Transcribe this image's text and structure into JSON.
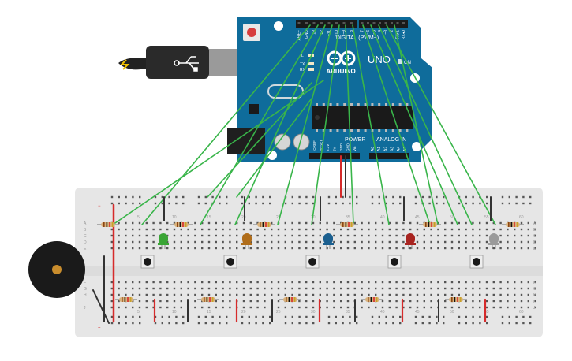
{
  "arduino": {
    "brand": "ARDUINO",
    "model": "UNO",
    "logo_symbols": "∞",
    "on_label": "ON",
    "digital_label": "DIGITAL (PWM~)",
    "analog_label": "ANALOG IN",
    "power_label": "POWER",
    "l_label": "L",
    "tx_label": "TX",
    "rx_label": "RX",
    "digital_pins": [
      "AREF",
      "GND",
      "13",
      "12",
      "~11",
      "~10",
      "~9",
      "8",
      "7",
      "~6",
      "~5",
      "4",
      "~3",
      "2",
      "TX▸1",
      "RX◂0"
    ],
    "power_pins": [
      "IOREF",
      "RESET",
      "3.3V",
      "5V",
      "GND",
      "GND",
      "Vin"
    ],
    "analog_pins": [
      "A0",
      "A1",
      "A2",
      "A3",
      "A4",
      "A5"
    ],
    "board_color": "#0f6c9b"
  },
  "breadboard": {
    "row_letters_top": [
      "A",
      "B",
      "C",
      "D",
      "E"
    ],
    "row_letters_bottom": [
      "F",
      "G",
      "H",
      "I",
      "J"
    ],
    "column_numbers": [
      "5",
      "10",
      "15",
      "20",
      "25",
      "30",
      "35",
      "40",
      "45",
      "50",
      "55",
      "60"
    ],
    "rail_minus": "−",
    "rail_plus": "+"
  },
  "leds": [
    {
      "color": "#3aa535",
      "label": "green"
    },
    {
      "color": "#b06d1a",
      "label": "orange"
    },
    {
      "color": "#1b5f8f",
      "label": "blue"
    },
    {
      "color": "#a82420",
      "label": "red"
    },
    {
      "color": "#9a9a9a",
      "label": "white"
    }
  ],
  "colors": {
    "wire_green": "#39b54a",
    "wire_red": "#d62b2b",
    "wire_black": "#333333",
    "breadboard": "#e6e6e6"
  }
}
